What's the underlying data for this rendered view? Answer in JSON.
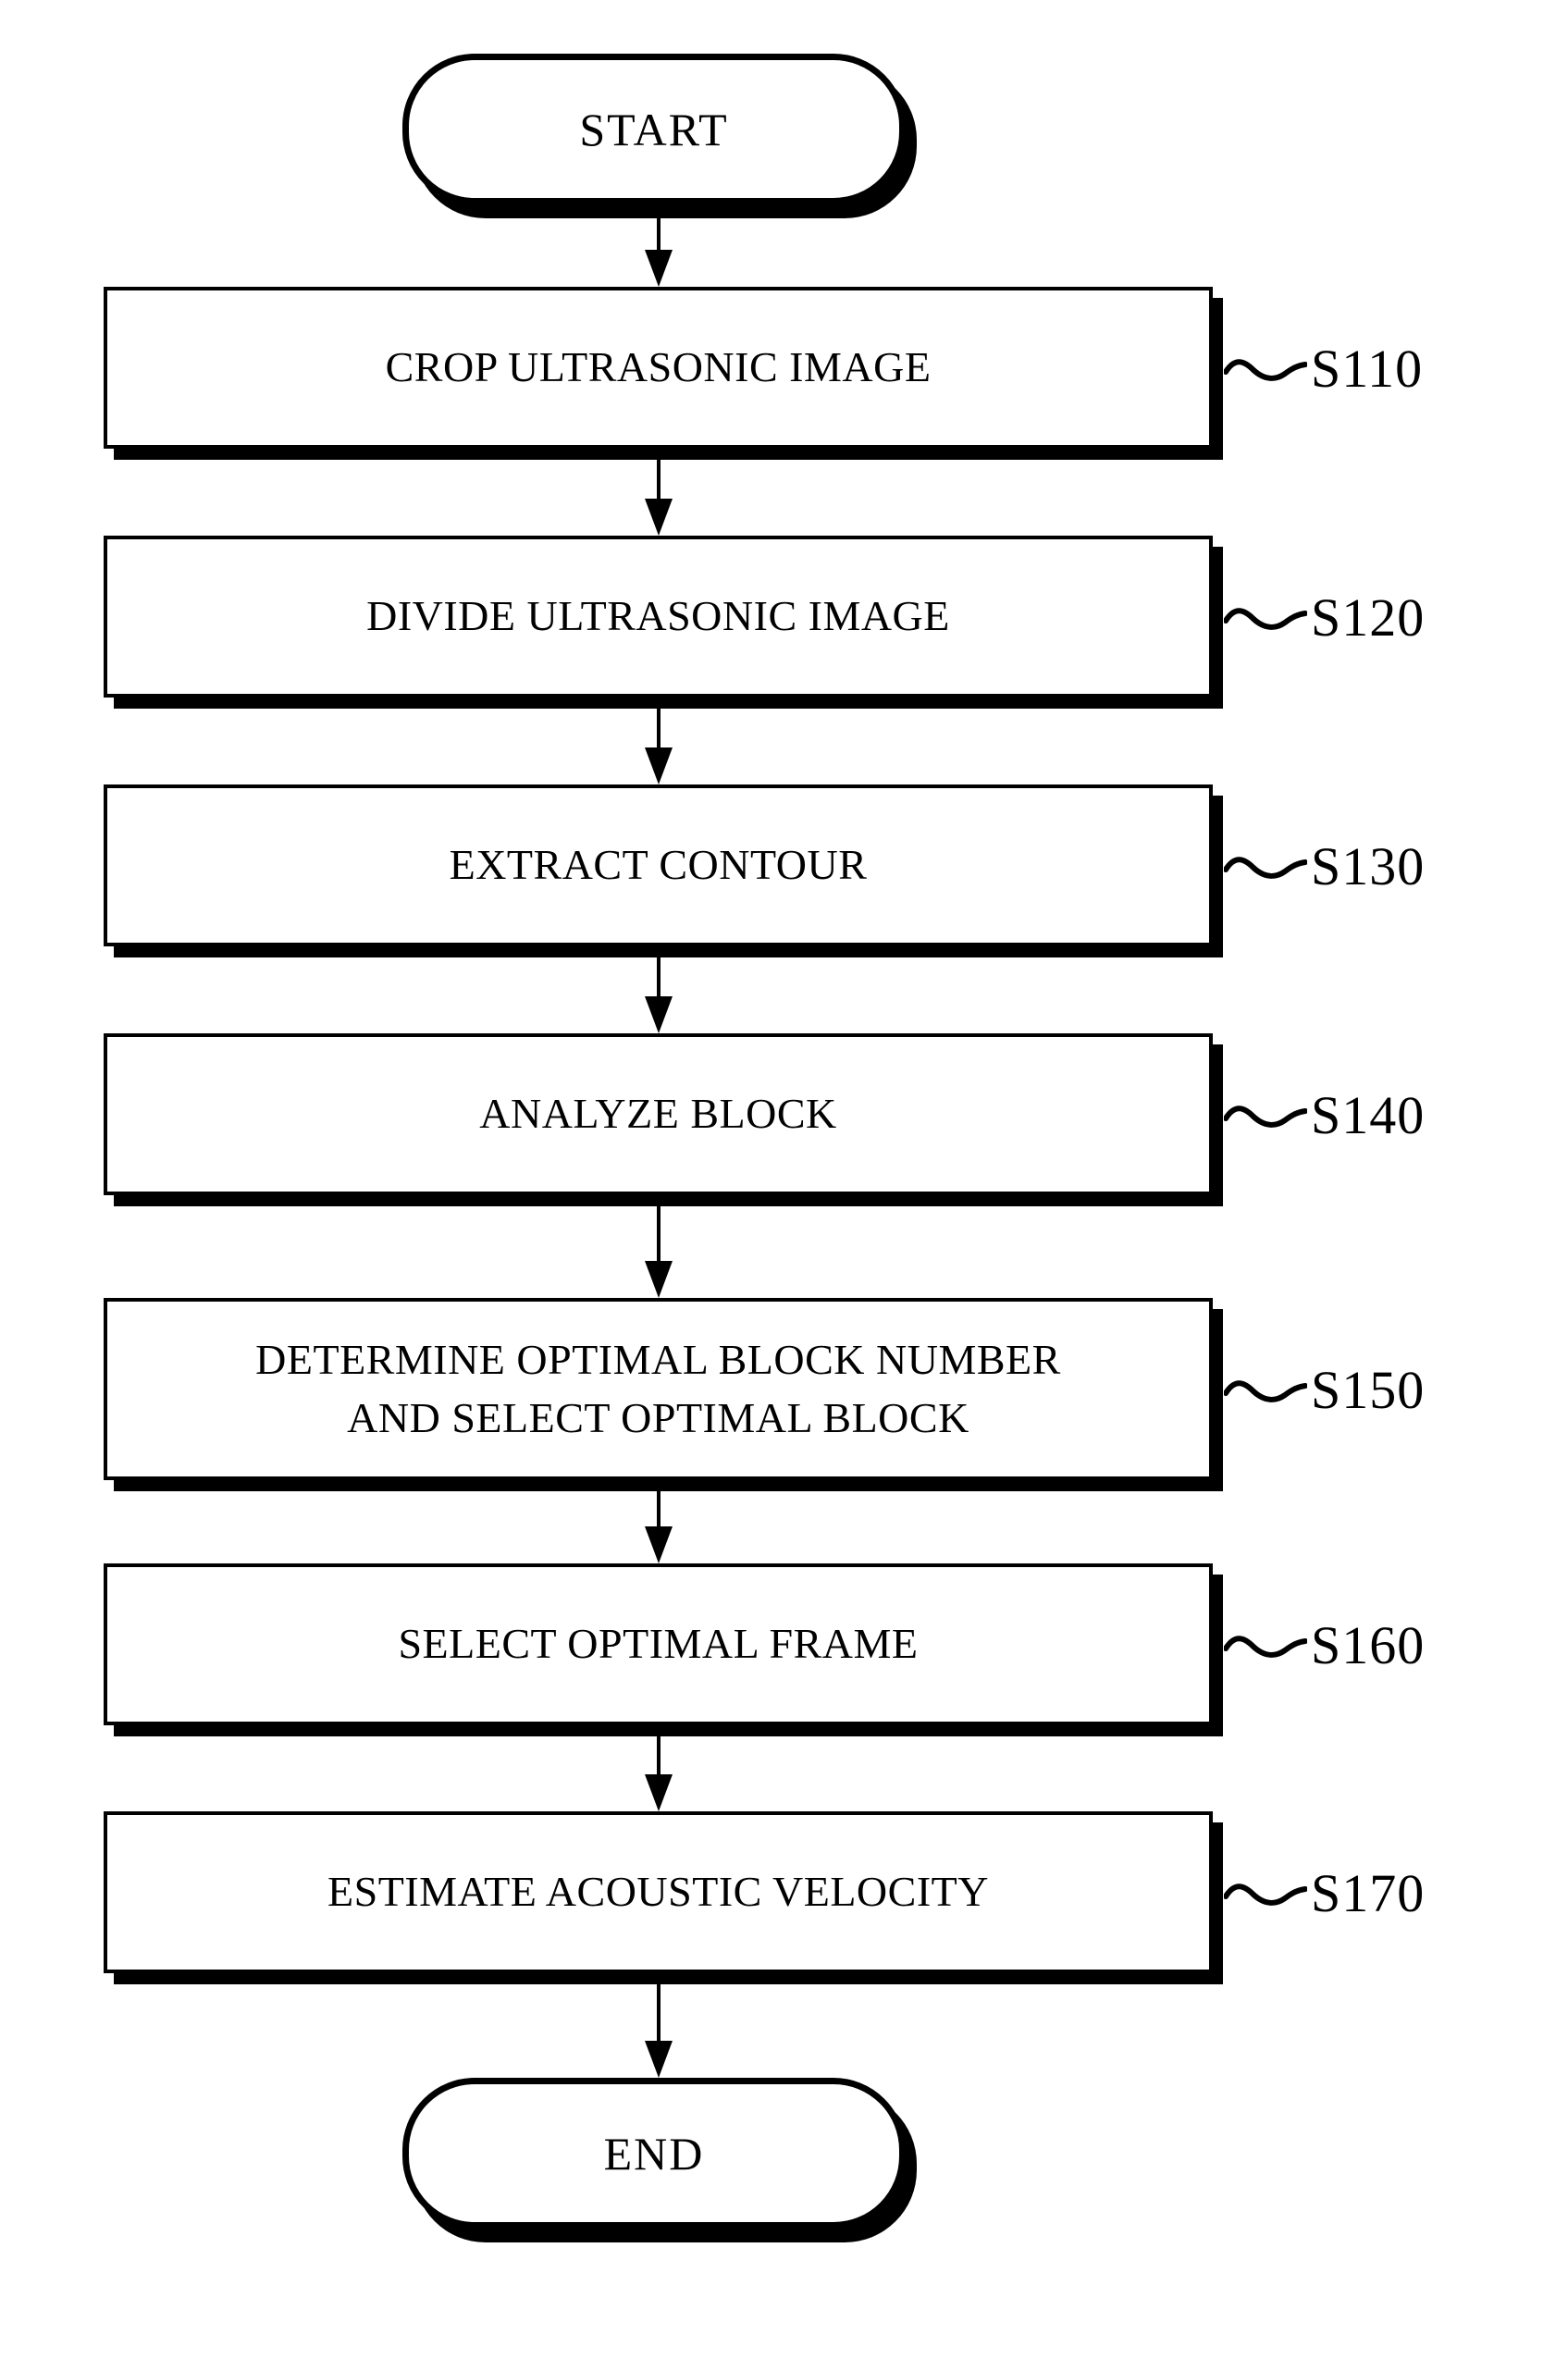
{
  "flowchart": {
    "start_label": "START",
    "end_label": "END",
    "steps": [
      {
        "label": "CROP ULTRASONIC IMAGE",
        "tag": "S110"
      },
      {
        "label": "DIVIDE ULTRASONIC IMAGE",
        "tag": "S120"
      },
      {
        "label": "EXTRACT CONTOUR",
        "tag": "S130"
      },
      {
        "label": "ANALYZE BLOCK",
        "tag": "S140"
      },
      {
        "label": "DETERMINE OPTIMAL BLOCK NUMBER\nAND SELECT OPTIMAL BLOCK",
        "tag": "S150"
      },
      {
        "label": "SELECT OPTIMAL FRAME",
        "tag": "S160"
      },
      {
        "label": "ESTIMATE ACOUSTIC VELOCITY",
        "tag": "S170"
      }
    ],
    "colors": {
      "ink": "#000000",
      "background": "#ffffff"
    }
  }
}
